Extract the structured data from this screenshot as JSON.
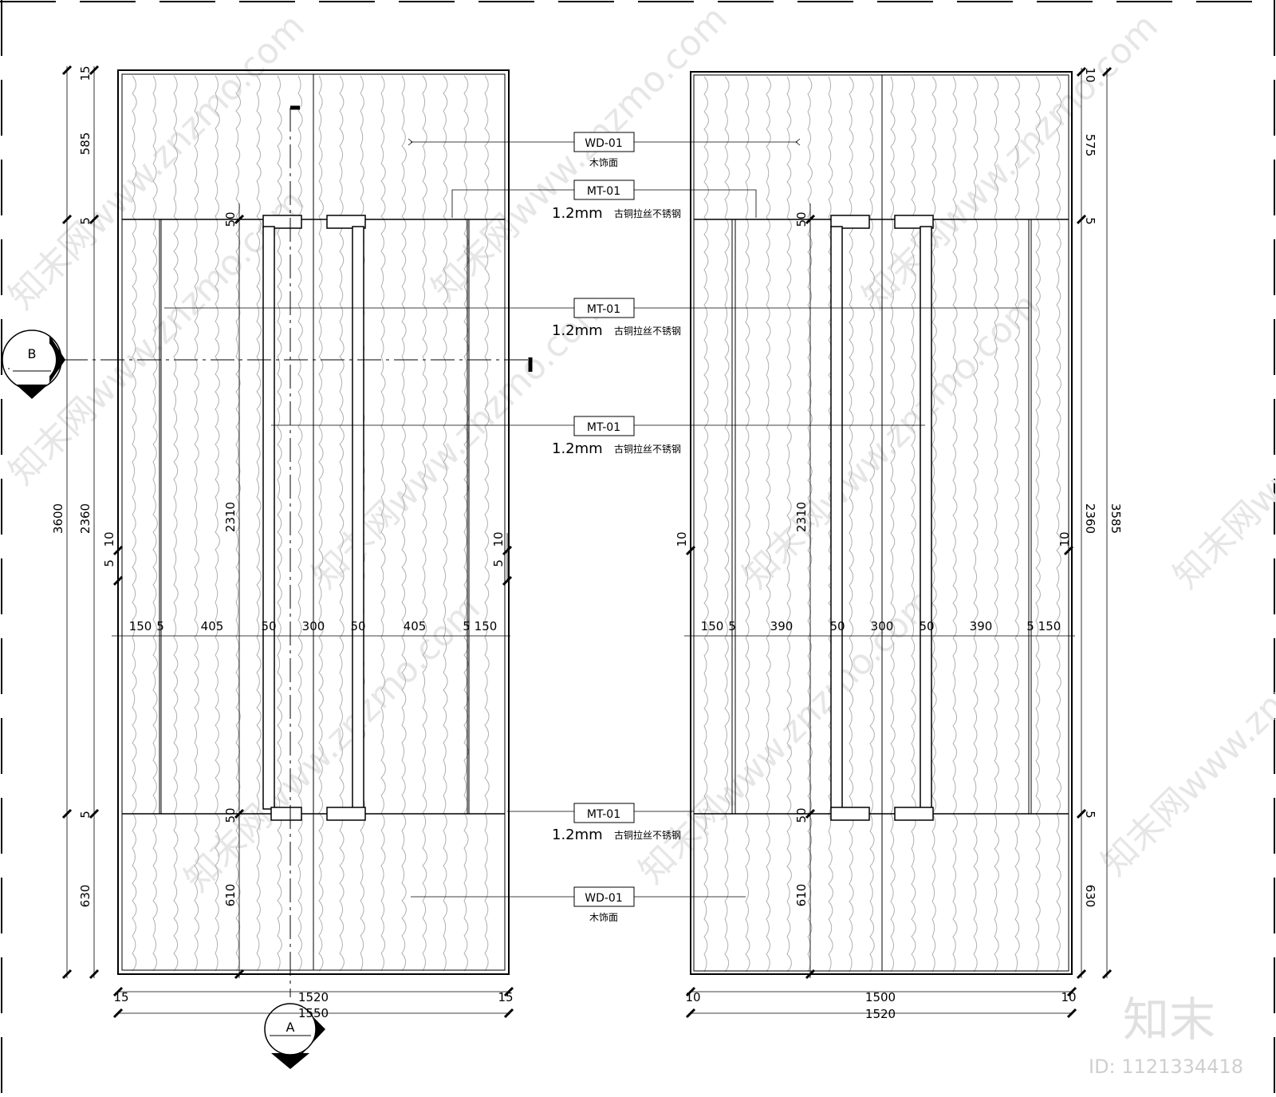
{
  "title_block": {
    "watermark_text": "知末网www.znzmo.com",
    "logo_text": "知末",
    "id_text": "ID: 1121334418"
  },
  "colors": {
    "line": "#000000",
    "grain": "#b0b0b0",
    "watermark": "#e6e6e6"
  },
  "callouts": [
    {
      "code": "WD-01",
      "desc": "木饰面"
    },
    {
      "code": "MT-01",
      "prefix": "1.2mm",
      "desc": "古铜拉丝不锈钢"
    },
    {
      "code": "MT-01",
      "prefix": "1.2mm",
      "desc": "古铜拉丝不锈钢"
    },
    {
      "code": "MT-01",
      "prefix": "1.2mm",
      "desc": "古铜拉丝不锈钢"
    },
    {
      "code": "MT-01",
      "prefix": "1.2mm",
      "desc": "古铜拉丝不锈钢"
    },
    {
      "code": "WD-01",
      "desc": "木饰面"
    }
  ],
  "section_marks": {
    "a": "A",
    "b": "B"
  },
  "left_door": {
    "left_dims": [
      "15",
      "585",
      "5",
      "3600",
      "2360",
      "5",
      "630"
    ],
    "inner_dims": [
      "50",
      "2310",
      "50",
      "610"
    ],
    "side_dims": [
      "10",
      "5",
      "10",
      "5"
    ],
    "horizontal_dims": [
      "150",
      "5",
      "405",
      "50",
      "300",
      "50",
      "405",
      "5",
      "150"
    ],
    "bottom_dims": [
      "15",
      "1520",
      "15",
      "1550"
    ]
  },
  "right_door": {
    "right_dims": [
      "10",
      "575",
      "5",
      "2360",
      "3585",
      "5",
      "630"
    ],
    "inner_dims": [
      "50",
      "2310",
      "50",
      "610"
    ],
    "side_dims": [
      "10",
      "10"
    ],
    "horizontal_dims": [
      "150",
      "5",
      "390",
      "50",
      "300",
      "50",
      "390",
      "5",
      "150"
    ],
    "bottom_dims": [
      "10",
      "1500",
      "10",
      "1520"
    ]
  }
}
